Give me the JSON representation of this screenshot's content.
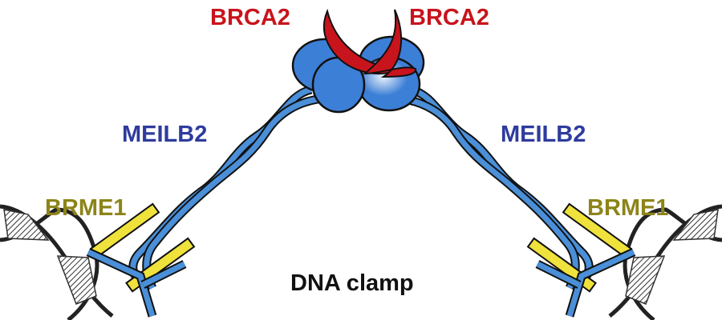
{
  "labels": {
    "brca2_left": "BRCA2",
    "brca2_right": "BRCA2",
    "meilb2_left": "MEILB2",
    "meilb2_right": "MEILB2",
    "brme1_left": "BRME1",
    "brme1_right": "BRME1",
    "caption": "DNA clamp"
  },
  "colors": {
    "brca2": "#c8141c",
    "meilb2": "#2e3b9e",
    "brme1": "#8c8418",
    "caption": "#111111",
    "coiled_coil": "#4a8fd8",
    "protein_globule": "#3c7fd6",
    "brme1_bar": "#f0e23c",
    "dna_strand": "#222222"
  }
}
